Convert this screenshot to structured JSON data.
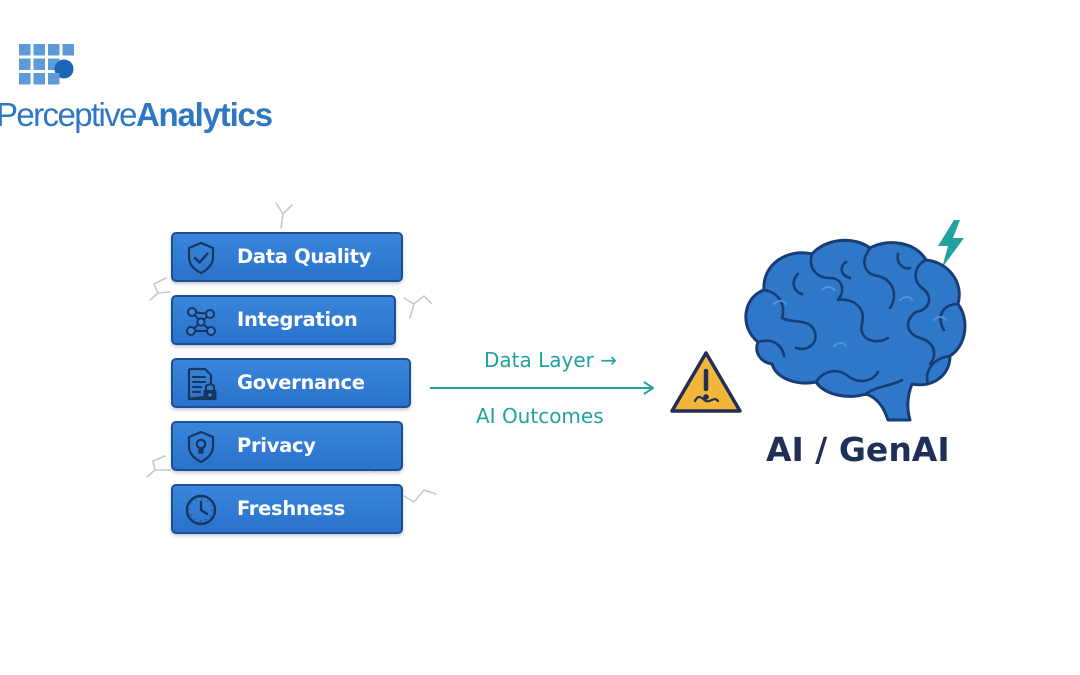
{
  "logo": {
    "text_regular": "Perceptive",
    "text_bold": "Analytics",
    "color": "#2f77c2"
  },
  "data_layer": {
    "blocks": [
      {
        "label": "Data Quality",
        "icon": "shield-check-icon"
      },
      {
        "label": "Integration",
        "icon": "network-nodes-icon"
      },
      {
        "label": "Governance",
        "icon": "document-lock-icon"
      },
      {
        "label": "Privacy",
        "icon": "shield-lock-icon"
      },
      {
        "label": "Freshness",
        "icon": "clock-icon"
      }
    ],
    "block_color": "#2f7bd6"
  },
  "flow": {
    "label_top": "Data Layer →",
    "label_bottom": "AI Outcomes",
    "color": "#22a2a0",
    "warning_icon": "warning-triangle-icon"
  },
  "target": {
    "label": "AI / GenAI",
    "icon": "brain-icon",
    "spark_icon": "lightning-bolt-icon",
    "brain_color": "#2f77c9",
    "bolt_color": "#22a2a0"
  }
}
